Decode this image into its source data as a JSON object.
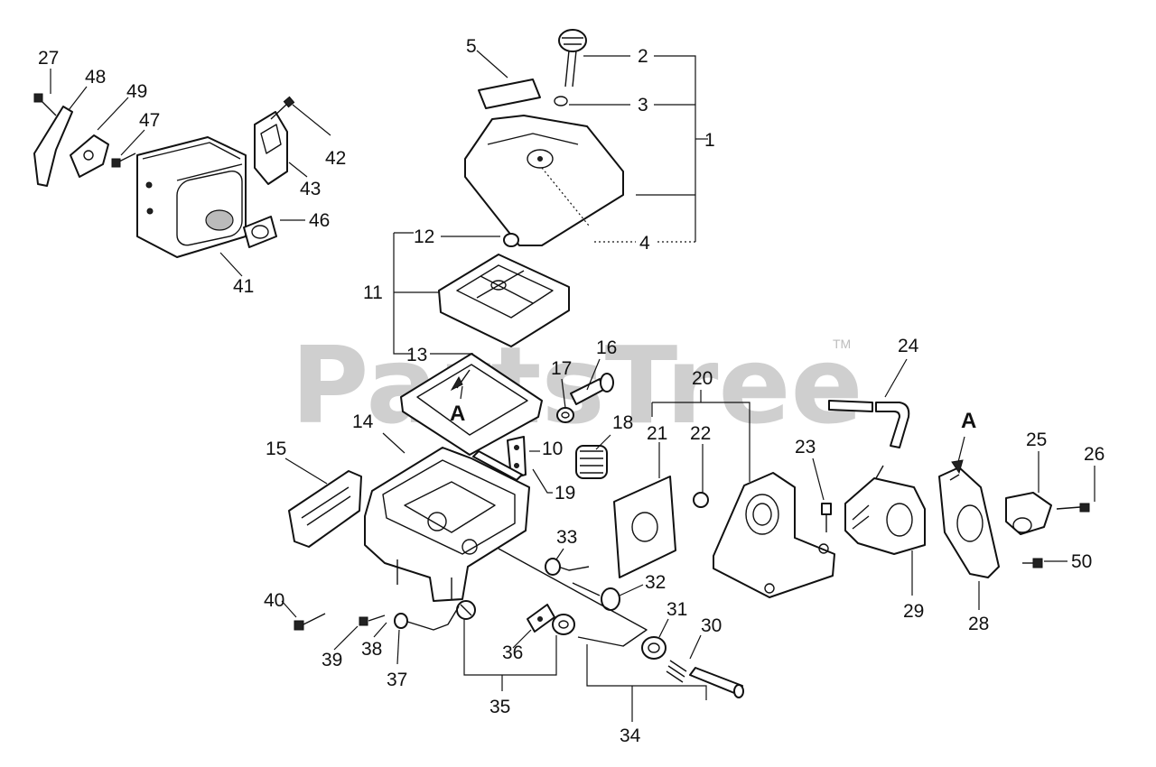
{
  "watermark": {
    "text": "PartsTree",
    "trademark": "TM"
  },
  "letters": {
    "a_left": "A",
    "a_right": "A"
  },
  "callouts": {
    "n1": "1",
    "n2": "2",
    "n3": "3",
    "n4": "4",
    "n5": "5",
    "n10": "10",
    "n11": "11",
    "n12": "12",
    "n13": "13",
    "n14": "14",
    "n15": "15",
    "n16": "16",
    "n17": "17",
    "n18": "18",
    "n19": "19",
    "n20": "20",
    "n21": "21",
    "n22": "22",
    "n23": "23",
    "n24": "24",
    "n25": "25",
    "n26": "26",
    "n27": "27",
    "n28": "28",
    "n29": "29",
    "n30": "30",
    "n31": "31",
    "n32": "32",
    "n33": "33",
    "n34": "34",
    "n35": "35",
    "n36": "36",
    "n37": "37",
    "n38": "38",
    "n39": "39",
    "n40": "40",
    "n41": "41",
    "n42": "42",
    "n43": "43",
    "n46": "46",
    "n47": "47",
    "n48": "48",
    "n49": "49",
    "n50": "50"
  }
}
